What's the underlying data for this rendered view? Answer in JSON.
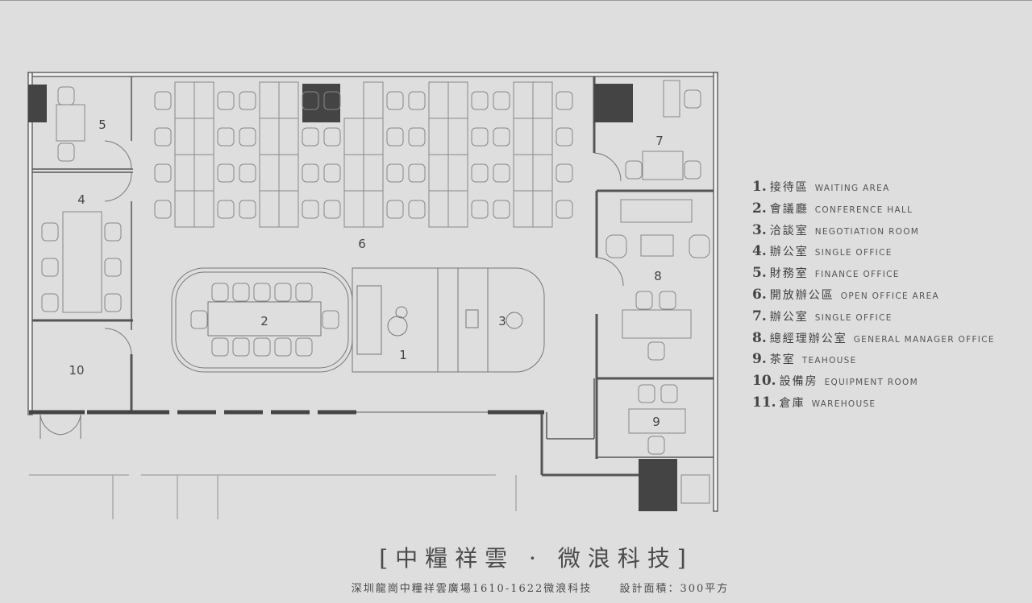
{
  "rooms": {
    "r1": "1",
    "r2": "2",
    "r3": "3",
    "r4": "4",
    "r5": "5",
    "r6": "6",
    "r7": "7",
    "r8": "8",
    "r9": "9",
    "r10": "10"
  },
  "legend": [
    {
      "num": "1.",
      "zh": "接待區",
      "en": "WAITING AREA"
    },
    {
      "num": "2.",
      "zh": "會議廳",
      "en": "CONFERENCE HALL"
    },
    {
      "num": "3.",
      "zh": "洽談室",
      "en": "NEGOTIATION ROOM"
    },
    {
      "num": "4.",
      "zh": "辦公室",
      "en": "SINGLE OFFICE"
    },
    {
      "num": "5.",
      "zh": "財務室",
      "en": "FINANCE OFFICE"
    },
    {
      "num": "6.",
      "zh": "開放辦公區",
      "en": "OPEN OFFICE AREA"
    },
    {
      "num": "7.",
      "zh": "辦公室",
      "en": "SINGLE OFFICE"
    },
    {
      "num": "8.",
      "zh": "總經理辦公室",
      "en": "GENERAL MANAGER OFFICE"
    },
    {
      "num": "9.",
      "zh": "茶室",
      "en": "TEAHOUSE"
    },
    {
      "num": "10.",
      "zh": "設備房",
      "en": "EQUIPMENT ROOM"
    },
    {
      "num": "11.",
      "zh": "倉庫",
      "en": "WAREHOUSE"
    }
  ],
  "title": "[中糧祥雲 · 微浪科技]",
  "subtitle": {
    "address": "深圳龍崗中糧祥雲廣場1610-1622微浪科技",
    "area": "設計面積：300平方"
  },
  "colors": {
    "background": "#dedede",
    "wall": "#444444",
    "line": "#8a8a8a"
  }
}
